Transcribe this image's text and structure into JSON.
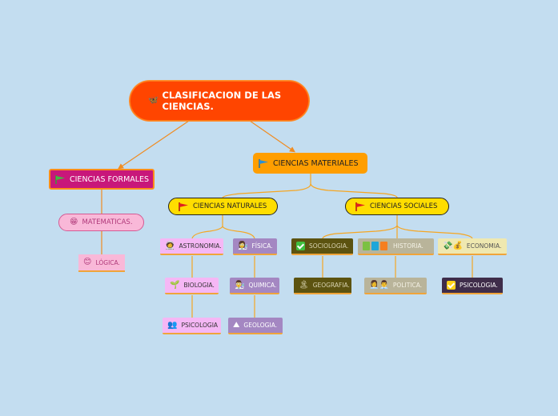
{
  "map": {
    "background": "#c3ddf0",
    "connector_color": "#f5a623",
    "root": {
      "label": "CLASIFICACION DE LAS CIENCIAS.",
      "icon": "butterfly-icon",
      "color": "#ff4500"
    },
    "branches": {
      "formales": {
        "label": "CIENCIAS FORMALES",
        "icon": "green-flag-icon",
        "color": "#c8177a",
        "children": [
          {
            "label": "MATEMATICAS.",
            "icon": "grinning-face-icon"
          },
          {
            "label": "LÓGICA.",
            "icon": "smiling-face-icon"
          }
        ]
      },
      "materiales": {
        "label": "CIENCIAS MATERIALES",
        "icon": "blue-flag-icon",
        "color": "#ff9e00",
        "naturales": {
          "label": "CIENCIAS NATURALES",
          "icon": "red-flag-icon",
          "children": [
            {
              "label": "ASTRONOMIA.",
              "icon": "astronaut-icon"
            },
            {
              "label": "FÍSICA.",
              "icon": "scientist-icon"
            },
            {
              "label": "BIOLOGIA.",
              "icon": "seedling-icon"
            },
            {
              "label": "QUIMICA.",
              "icon": "chemist-icon"
            },
            {
              "label": "PSICOLOGIA",
              "icon": "people-silhouette-icon"
            },
            {
              "label": "GEOLOGIA.",
              "icon": "mountain-icon"
            }
          ]
        },
        "sociales": {
          "label": "CIENCIAS SOCIALES",
          "icon": "red-flag-icon",
          "children": [
            {
              "label": "SOCIOLOGIA.",
              "icon": "check-icon"
            },
            {
              "label": "HISTORIA.",
              "icon": "books-icon"
            },
            {
              "label": "ECONOMIA.",
              "icon": "money-icon"
            },
            {
              "label": "GEOGRAFIA.",
              "icon": "island-icon"
            },
            {
              "label": "POLITICA.",
              "icon": "politicians-icon"
            },
            {
              "label": "PSICOLOGIA.",
              "icon": "yellow-check-icon"
            }
          ]
        }
      }
    }
  }
}
